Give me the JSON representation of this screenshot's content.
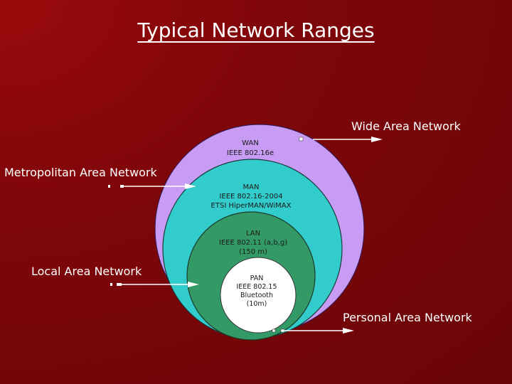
{
  "title": "Typical Network Ranges",
  "labels": {
    "wan": "Wide Area Network",
    "man": "Metropolitan Area Network",
    "lan": "Local Area Network",
    "pan": "Personal Area Network"
  },
  "circles": {
    "wan": {
      "line1": "WAN",
      "line2": "IEEE 802.16e",
      "color": "#c89cf5"
    },
    "man": {
      "line1": "MAN",
      "line2": "IEEE 802.16-2004",
      "line3": "ETSI HiperMAN/WiMAX",
      "color": "#33cccc"
    },
    "lan": {
      "line1": "LAN",
      "line2": "IEEE 802.11 (a,b,g)",
      "line3": "(150 m)",
      "color": "#339966"
    },
    "pan": {
      "line1": "PAN",
      "line2": "IEEE 802.15",
      "line3": "Bluetooth",
      "line4": "(10m)",
      "color": "#ffffff"
    }
  }
}
